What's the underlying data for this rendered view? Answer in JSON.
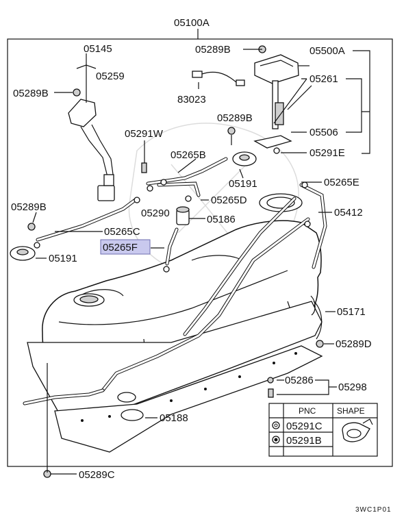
{
  "labels": {
    "top": "05100A",
    "p05145": "05145",
    "p05259": "05259",
    "p05289B_a": "05289B",
    "p05289B_b": "05289B",
    "p05289B_c": "05289B",
    "p05289B_d": "05289B",
    "p83023": "83023",
    "p05500A": "05500A",
    "p05261": "05261",
    "p05506": "05506",
    "p05291E": "05291E",
    "p05291W": "05291W",
    "p05265B": "05265B",
    "p05191_a": "05191",
    "p05191_b": "05191",
    "p05265E": "05265E",
    "p05265D": "05265D",
    "p05290": "05290",
    "p05412": "05412",
    "p05186": "05186",
    "p05265C": "05265C",
    "p05265F": "05265F",
    "p05171": "05171",
    "p05289D": "05289D",
    "p05286": "05286",
    "p05298": "05298",
    "p05188": "05188",
    "p05289C": "05289C"
  },
  "table": {
    "col_pnc": "PNC",
    "col_shape": "SHAPE",
    "row1": "05291C",
    "row2": "05291B"
  },
  "footer_code": "3WC1P01",
  "colors": {
    "highlight": "#c9c9ee",
    "line": "#111111"
  }
}
